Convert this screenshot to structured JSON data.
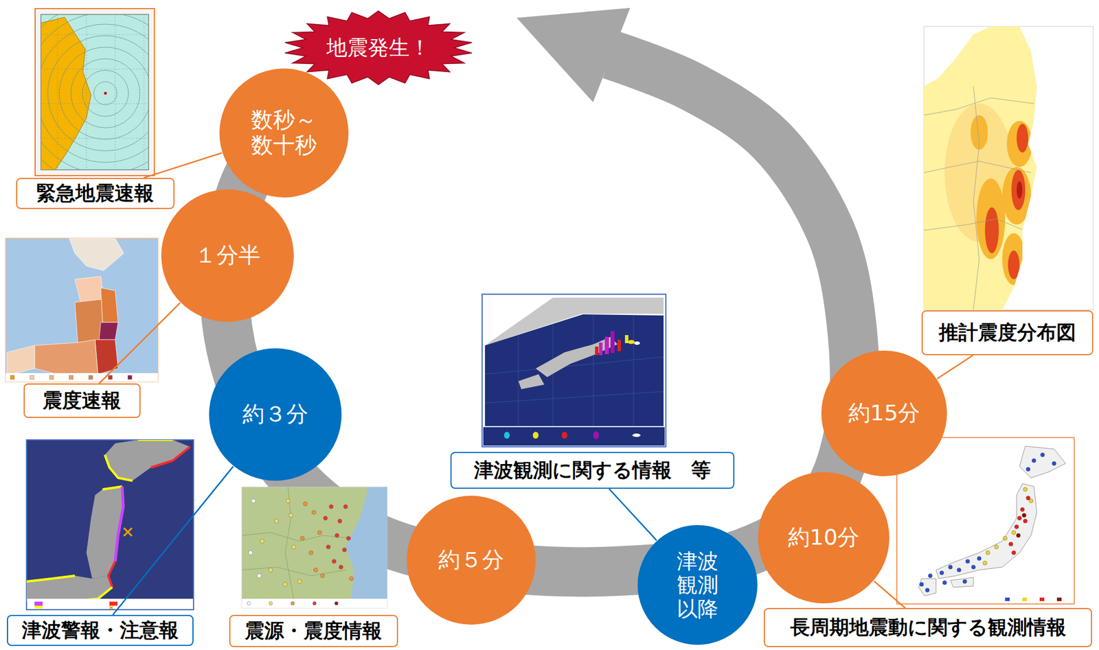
{
  "diagram": {
    "nodes": [
      {
        "text": [
          "地震発生！"
        ]
      },
      {
        "text": [
          "数秒～ 数十秒"
        ]
      },
      {
        "text": [
          "緊急地震速報"
        ]
      },
      {
        "text": [
          "１分半"
        ]
      },
      {
        "text": [
          "震度速報"
        ]
      },
      {
        "text": [
          "約３分"
        ]
      },
      {
        "text": [
          "津波警報・注意報"
        ]
      },
      {
        "text": [
          "約５分"
        ]
      },
      {
        "text": [
          "震源・震度情報"
        ]
      },
      {
        "text": [
          "津波 観測 以降"
        ]
      },
      {
        "text": [
          "津波観測に関する情報　等"
        ]
      },
      {
        "text": [
          "約10分"
        ]
      },
      {
        "text": [
          "長周期地震動に関する観測情報"
        ]
      },
      {
        "text": [
          "約15分"
        ]
      },
      {
        "text": [
          "推計震度分布図"
        ]
      }
    ],
    "edges": [
      {
        "from": 1,
        "to": 2,
        "arrow": "none"
      },
      {
        "from": 3,
        "to": 4,
        "arrow": "none"
      },
      {
        "from": 5,
        "to": 6,
        "arrow": "none"
      },
      {
        "from": 9,
        "to": 10,
        "arrow": "none"
      },
      {
        "from": 11,
        "to": 12,
        "arrow": "none"
      },
      {
        "from": 13,
        "to": 14,
        "arrow": "none"
      }
    ]
  }
}
